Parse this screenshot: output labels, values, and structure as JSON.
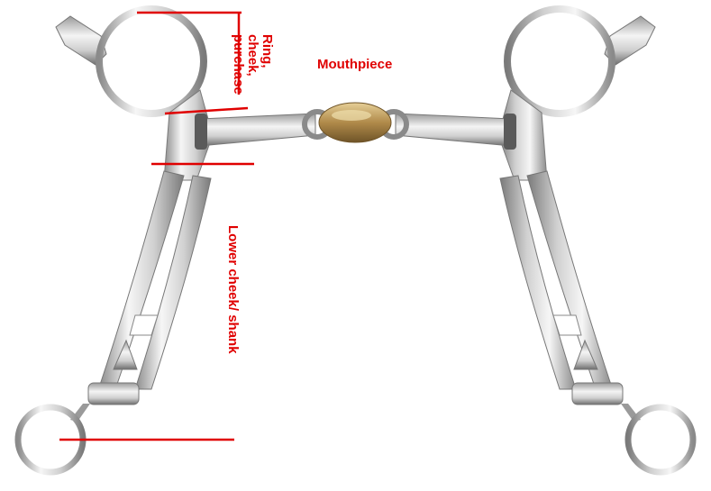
{
  "labels": {
    "mouthpiece": "Mouthpiece",
    "ring_cheek_purchase_lines": [
      "Ring,",
      "cheek,",
      "purchase"
    ],
    "lower_cheek": "Lower cheek/ shank"
  },
  "colors": {
    "annotation": "#e00000",
    "steel_light": "#f4f4f4",
    "steel_mid": "#c9c9c9",
    "steel_dark": "#7d7d7d",
    "brass": "#b08a4a"
  },
  "image_subject": "bit-with-shanks"
}
